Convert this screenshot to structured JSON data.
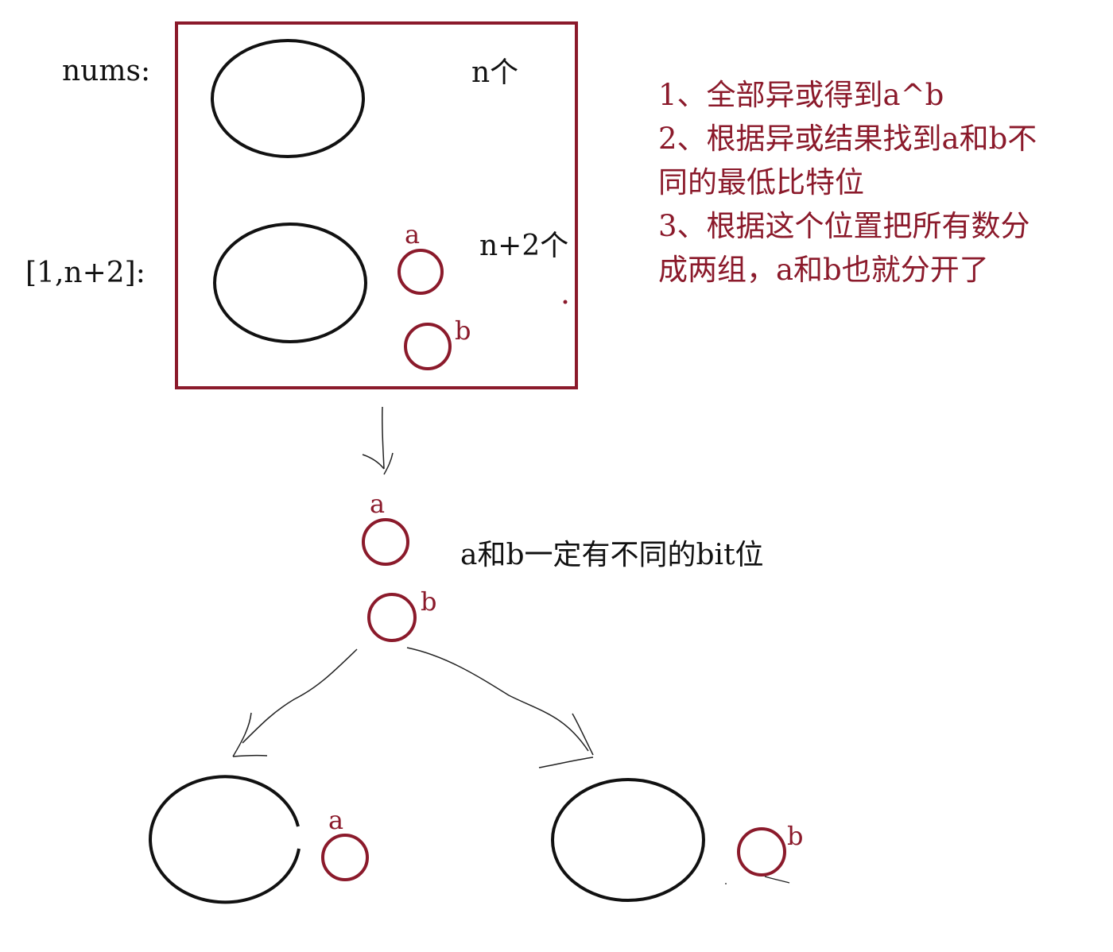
{
  "labels": {
    "nums": "nums:",
    "range": "[1,n+2]:",
    "n_count": "n个",
    "n2_count": "n+2个",
    "a": "a",
    "b": "b",
    "diff_bit": "a和b一定有不同的bit位"
  },
  "notes": [
    "1、全部异或得到a^b",
    "2、根据异或结果找到a和b不",
    "同的最低比特位",
    "3、根据这个位置把所有数分",
    "成两组，a和b也就分开了"
  ],
  "colors": {
    "ink": "#111111",
    "accent": "#8b1a2b",
    "background": "#ffffff"
  }
}
